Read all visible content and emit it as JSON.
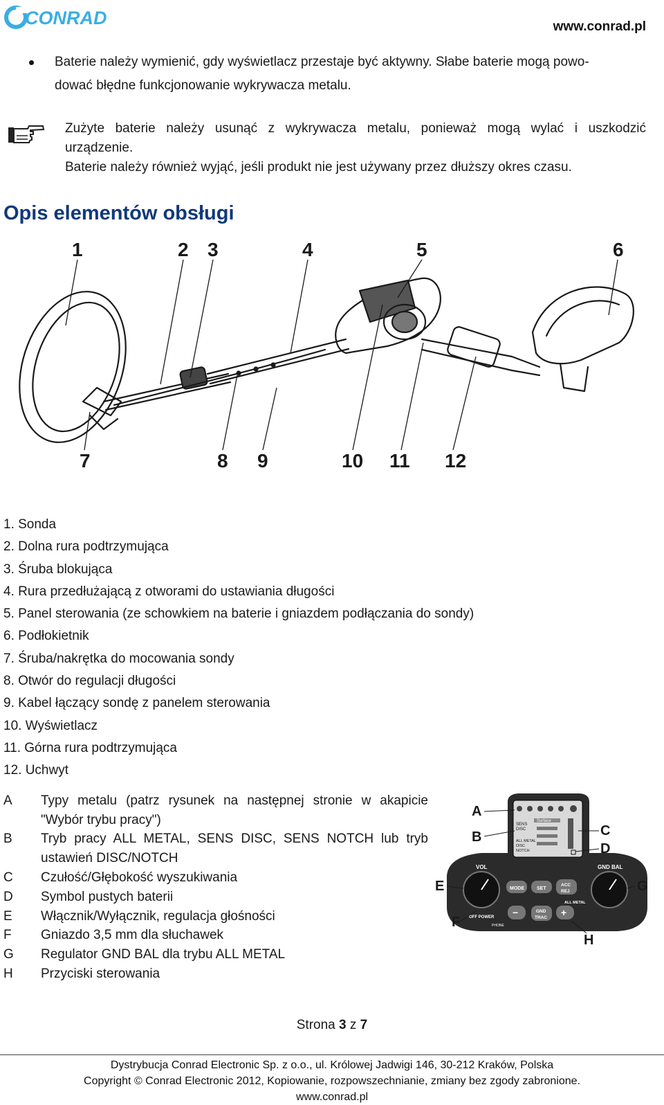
{
  "header": {
    "logo_text": "CONRAD",
    "website": "www.conrad.pl"
  },
  "bullet": {
    "line1": "Baterie należy wymienić, gdy wyświetlacz przestaje być aktywny. Słabe baterie mogą powo-",
    "line2": "dować błędne funkcjonowanie wykrywacza metalu."
  },
  "note": {
    "line1": "Zużyte baterie należy usunąć z wykrywacza metalu, ponieważ mogą wylać i uszkodzić",
    "line2": "urządzenie.",
    "line3": "Baterie należy również wyjąć, jeśli produkt nie jest używany przez dłuższy okres czasu."
  },
  "section_title": "Opis elementów obsługi",
  "diagram_numbers": [
    "1",
    "2",
    "3",
    "4",
    "5",
    "6",
    "7",
    "8",
    "9",
    "10",
    "11",
    "12"
  ],
  "parts": [
    "1. Sonda",
    "2. Dolna rura podtrzymująca",
    "3. Śruba blokująca",
    "4. Rura przedłużającą z otworami do ustawiania długości",
    "5. Panel sterowania (ze schowkiem na baterie i gniazdem podłączania do sondy)",
    "6. Podłokietnik",
    "7. Śruba/nakrętka do mocowania sondy",
    "8. Otwór do regulacji długości",
    "9. Kabel łączący sondę z panelem sterowania",
    "10. Wyświetlacz",
    "11. Górna rura podtrzymująca",
    "12. Uchwyt"
  ],
  "controls": [
    {
      "letter": "A",
      "line1": "Typy metalu (patrz rysunek na następnej stronie w akapicie",
      "line2": "\"Wybór trybu pracy\")"
    },
    {
      "letter": "B",
      "line1": "Tryb pracy ALL METAL, SENS DISC, SENS NOTCH lub tryb",
      "line2": "ustawień DISC/NOTCH"
    },
    {
      "letter": "C",
      "line1": "Czułość/Głębokość wyszukiwania",
      "line2": ""
    },
    {
      "letter": "D",
      "line1": "Symbol pustych baterii",
      "line2": ""
    },
    {
      "letter": "E",
      "line1": "Włącznik/Wyłącznik, regulacja głośności",
      "line2": ""
    },
    {
      "letter": "F",
      "line1": "Gniazdo 3,5 mm dla słuchawek",
      "line2": ""
    },
    {
      "letter": "G",
      "line1": "Regulator GND BAL dla trybu ALL METAL",
      "line2": ""
    },
    {
      "letter": "H",
      "line1": "Przyciski sterowania",
      "line2": ""
    }
  ],
  "panel": {
    "letters": {
      "A": "A",
      "B": "B",
      "C": "C",
      "D": "D",
      "E": "E",
      "F": "F",
      "G": "G",
      "H": "H"
    },
    "vol": "VOL",
    "gnd_bal": "GND BAL",
    "mode": "MODE",
    "set": "SET",
    "acc": "ACC",
    "rej": "REJ",
    "all_metal": "ALL METAL",
    "off_power": "OFF POWER",
    "phone": "PHONE",
    "gnd": "GND",
    "trac": "TRAC",
    "minus": "−",
    "plus": "+",
    "lcd_sens": "SENS",
    "lcd_disc": "DISC",
    "lcd_notch": "NOTCH",
    "lcd_all": "ALL METAL",
    "lcd_surface": "Surface"
  },
  "footer": {
    "page_prefix": "Strona ",
    "page_num": "3",
    "page_mid": " z ",
    "page_total": "7",
    "line1": "Dystrybucja Conrad Electronic Sp. z o.o., ul. Królowej Jadwigi 146, 30-212 Kraków, Polska",
    "line2": "Copyright © Conrad Electronic 2012, Kopiowanie, rozpowszechnianie, zmiany bez zgody zabronione.",
    "line3": "www.conrad.pl"
  }
}
